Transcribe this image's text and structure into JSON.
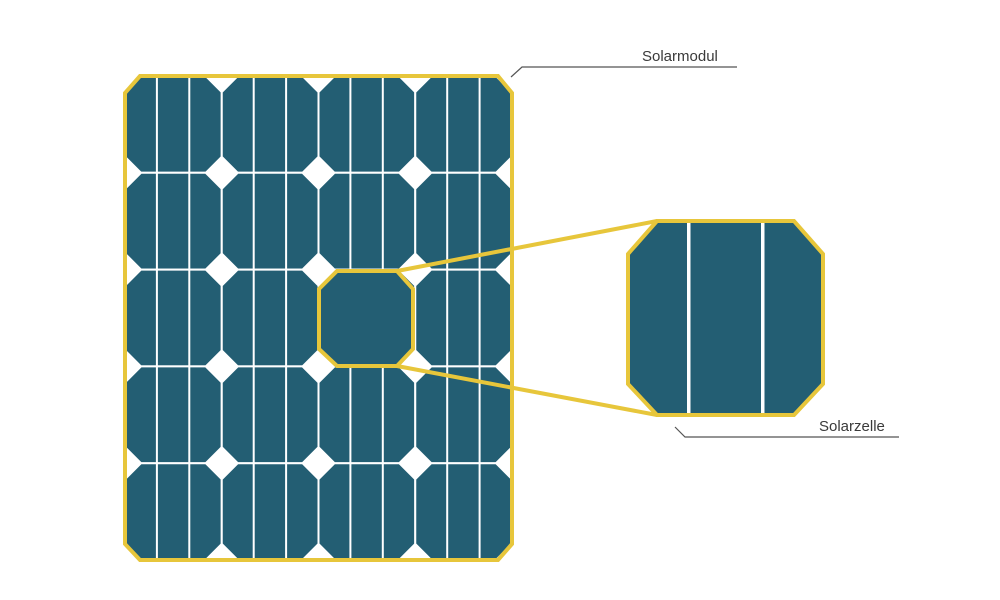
{
  "labels": {
    "module": "Solarmodul",
    "cell": "Solarzelle"
  },
  "panel": {
    "rows": 5,
    "cols": 4
  },
  "colors": {
    "cell": "#235e73",
    "frame": "#e7c63b",
    "grid": "#ffffff",
    "leader": "#555555"
  }
}
